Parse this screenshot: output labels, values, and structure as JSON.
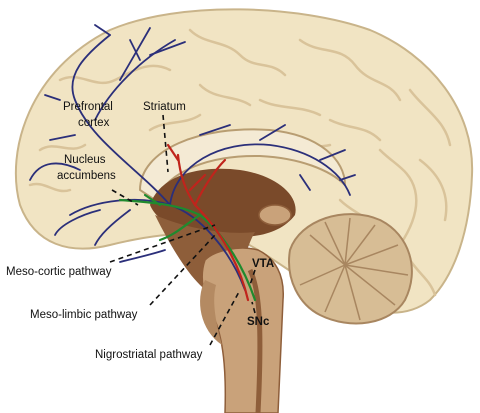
{
  "labels": {
    "prefrontal_line1": "Prefrontal",
    "prefrontal_line2": "cortex",
    "striatum": "Striatum",
    "nucleus_line1": "Nucleus",
    "nucleus_line2": "accumbens",
    "vta": "VTA",
    "snc": "SNc",
    "mesocortic": "Meso-cortic pathway",
    "mesolimbic": "Meso-limbic pathway",
    "nigrostriatal": "Nigrostriatal pathway"
  },
  "colors": {
    "cortex": "#f1e4c3",
    "cortex_outline": "#c9b48a",
    "gyri": "#d9c39a",
    "brainstem": "#c9a27a",
    "brainstem_dark": "#8e5e3a",
    "thalamus": "#7a4a2a",
    "corpus_callosum": "#f4ead4",
    "cerebellum": "#d7bd95",
    "mesocortic_pathway": "#2b2f7a",
    "mesolimbic_pathway": "#1f8a2e",
    "nigrostriatal_pathway": "#c0241c"
  }
}
